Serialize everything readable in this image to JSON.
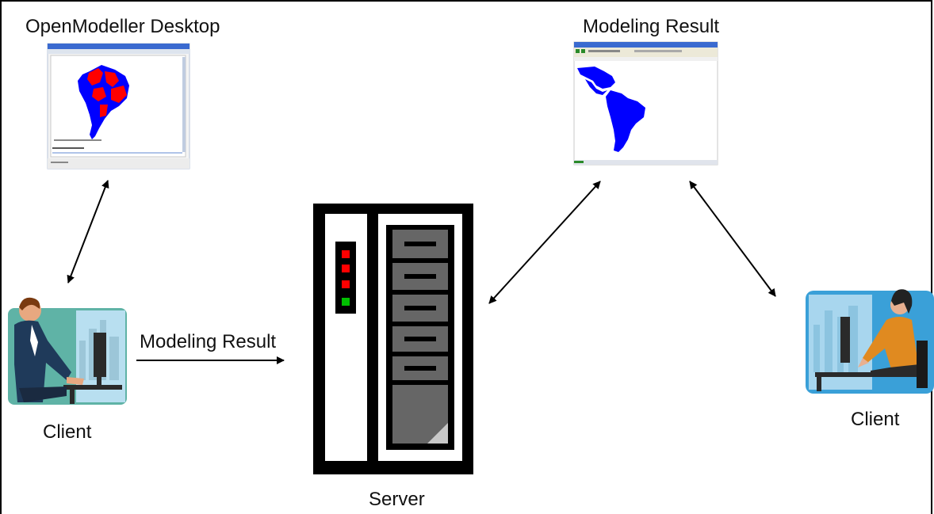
{
  "labels": {
    "openmodeller_desktop": "OpenModeller Desktop",
    "modeling_result_top": "Modeling Result",
    "modeling_result_arrow": "Modeling Result",
    "client_left": "Client",
    "client_right": "Client",
    "server": "Server"
  },
  "colors": {
    "border": "#000000",
    "map_blue": "#0000ff",
    "map_red": "#ff0000",
    "server_body": "#000000",
    "server_panel": "#ffffff",
    "drawer": "#666666",
    "led_red": "#ff0000",
    "led_green": "#00c000",
    "client_bg_left": "#5fb3a6",
    "client_bg_right": "#3aa0d8"
  },
  "icons": [
    "openmodeller-screenshot-icon",
    "modeling-result-screenshot-icon",
    "server-rack-icon",
    "client-man-icon",
    "client-woman-icon"
  ]
}
